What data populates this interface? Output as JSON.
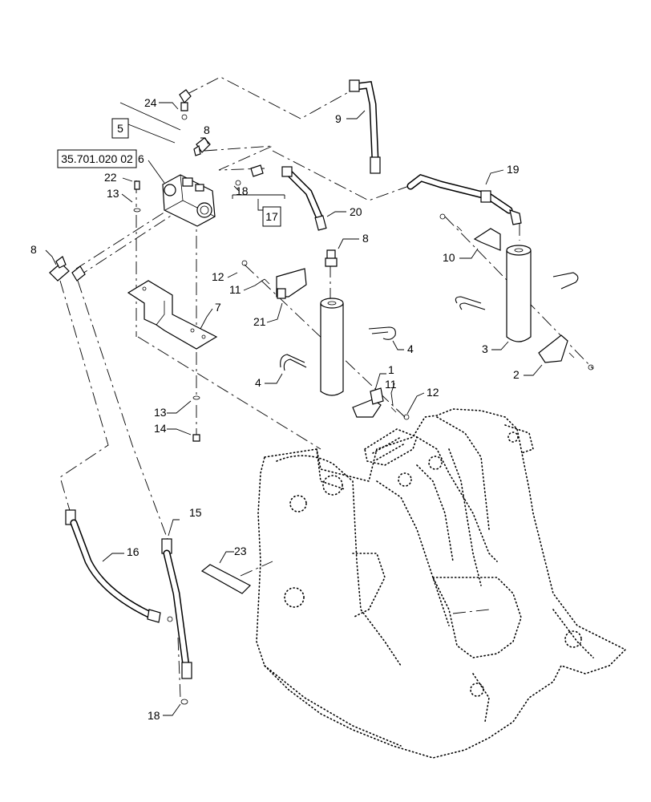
{
  "callouts": {
    "c24": "24",
    "c9": "9",
    "c8a": "8",
    "c6": "6",
    "c22": "22",
    "c13a": "13",
    "c18a": "18",
    "c20": "20",
    "c19": "19",
    "c10": "10",
    "c8b": "8",
    "c8c": "8",
    "c12a": "12",
    "c11a": "11",
    "c21": "21",
    "c7": "7",
    "c4a": "4",
    "c4b": "4",
    "c3": "3",
    "c2": "2",
    "c1": "1",
    "c11b": "11",
    "c12b": "12",
    "c13b": "13",
    "c14": "14",
    "c15": "15",
    "c16": "16",
    "c23": "23",
    "c18b": "18"
  },
  "boxes": {
    "box5": "5",
    "box17": "17",
    "ref": "35.701.020 02"
  }
}
